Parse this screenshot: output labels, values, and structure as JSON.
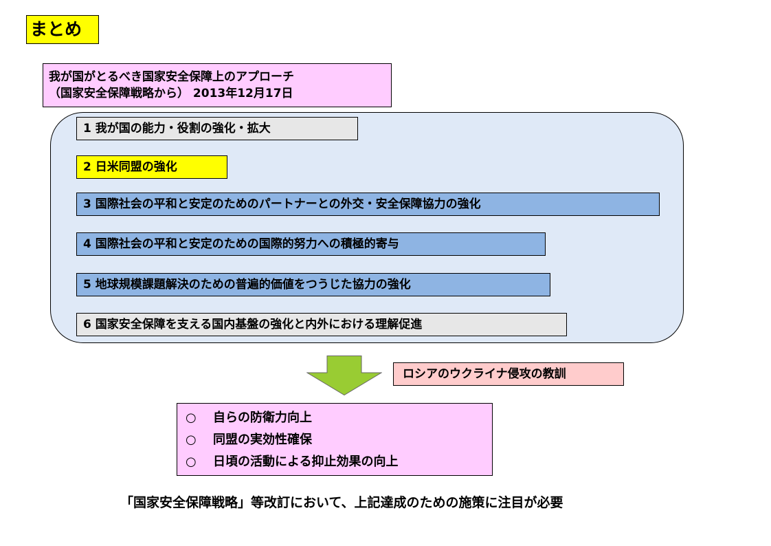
{
  "title": "まとめ",
  "approach": {
    "header_line1": "我が国がとるべき国家安全保障上のアプローチ",
    "header_line2": "（国家安全保障戦略から） 2013年12月17日",
    "items": [
      {
        "label": "1  我が国の能力・役割の強化・拡大",
        "color": "#e7e7e7"
      },
      {
        "label": "2  日米同盟の強化",
        "color": "#ffff00"
      },
      {
        "label": "3  国際社会の平和と安定のためのパートナーとの外交・安全保障協力の強化",
        "color": "#8eb4e3"
      },
      {
        "label": "4  国際社会の平和と安定のための国際的努力への積極的寄与",
        "color": "#8eb4e3"
      },
      {
        "label": "5  地球規模課題解決のための普遍的価値をつうじた協力の強化",
        "color": "#8eb4e3"
      },
      {
        "label": "6  国家安全保障を支える国内基盤の強化と内外における理解促進",
        "color": "#e7e7e7"
      }
    ],
    "panel_color": "#dfe9f7"
  },
  "lesson_label": "ロシアのウクライナ侵攻の教訓",
  "arrow_color": "#99cc33",
  "conclusions": {
    "marker": "○",
    "points": [
      "自らの防衛力向上",
      "同盟の実効性確保",
      "日頃の活動による抑止効果の向上"
    ]
  },
  "footnote": "「国家安全保障戦略」等改訂において、上記達成のための施策に注目が必要"
}
